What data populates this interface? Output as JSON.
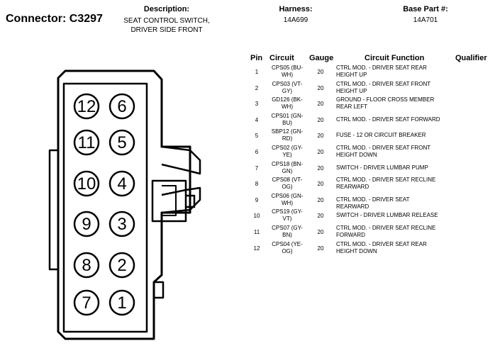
{
  "header": {
    "connector": "Connector: C3297",
    "description_label": "Description:",
    "description_value": [
      "SEAT CONTROL SWITCH,",
      "DRIVER SIDE FRONT"
    ],
    "harness_label": "Harness:",
    "harness_value": "14A699",
    "base_part_label": "Base Part #:",
    "base_part_value": "14A701"
  },
  "connector_pins": {
    "left_column": [
      "12",
      "11",
      "10",
      "9",
      "8",
      "7"
    ],
    "right_column": [
      "6",
      "5",
      "4",
      "3",
      "2",
      "1"
    ]
  },
  "table": {
    "headers": {
      "pin": "Pin",
      "circuit": "Circuit",
      "gauge": "Gauge",
      "function": "Circuit Function",
      "qualifier": "Qualifier"
    },
    "rows": [
      {
        "pin": "1",
        "circuit": [
          "CPS05 (BU-",
          "WH)"
        ],
        "gauge": "20",
        "function": [
          "CTRL MOD. - DRIVER SEAT REAR",
          "HEIGHT UP"
        ]
      },
      {
        "pin": "2",
        "circuit": [
          "CPS03 (VT-",
          "GY)"
        ],
        "gauge": "20",
        "function": [
          "CTRL MOD. - DRIVER SEAT FRONT",
          "HEIGHT UP"
        ]
      },
      {
        "pin": "3",
        "circuit": [
          "GD126 (BK-",
          "WH)"
        ],
        "gauge": "20",
        "function": [
          "GROUND - FLOOR CROSS MEMBER",
          "REAR LEFT"
        ]
      },
      {
        "pin": "4",
        "circuit": [
          "CPS01 (GN-",
          "BU)"
        ],
        "gauge": "20",
        "function": [
          "CTRL MOD. - DRIVER SEAT FORWARD"
        ]
      },
      {
        "pin": "5",
        "circuit": [
          "SBP12 (GN-",
          "RD)"
        ],
        "gauge": "20",
        "function": [
          "FUSE - 12 OR CIRCUIT BREAKER"
        ]
      },
      {
        "pin": "6",
        "circuit": [
          "CPS02 (GY-",
          "YE)"
        ],
        "gauge": "20",
        "function": [
          "CTRL MOD. - DRIVER SEAT FRONT",
          "HEIGHT DOWN"
        ]
      },
      {
        "pin": "7",
        "circuit": [
          "CPS18 (BN-",
          "GN)"
        ],
        "gauge": "20",
        "function": [
          "SWITCH - DRIVER LUMBAR PUMP"
        ]
      },
      {
        "pin": "8",
        "circuit": [
          "CPS08 (VT-",
          "OG)"
        ],
        "gauge": "20",
        "function": [
          "CTRL MOD. - DRIVER SEAT RECLINE",
          "REARWARD"
        ]
      },
      {
        "pin": "9",
        "circuit": [
          "CPS06 (GN-",
          "WH)"
        ],
        "gauge": "20",
        "function": [
          "CTRL MOD. - DRIVER SEAT REARWARD"
        ]
      },
      {
        "pin": "10",
        "circuit": [
          "CPS19 (GY-",
          "VT)"
        ],
        "gauge": "20",
        "function": [
          "SWITCH - DRIVER LUMBAR RELEASE"
        ]
      },
      {
        "pin": "11",
        "circuit": [
          "CPS07 (GY-",
          "BN)"
        ],
        "gauge": "20",
        "function": [
          "CTRL MOD. - DRIVER SEAT RECLINE",
          "FORWARD"
        ]
      },
      {
        "pin": "12",
        "circuit": [
          "CPS04 (YE-",
          "OG)"
        ],
        "gauge": "20",
        "function": [
          "CTRL MOD. - DRIVER SEAT REAR",
          "HEIGHT DOWN"
        ]
      }
    ]
  }
}
